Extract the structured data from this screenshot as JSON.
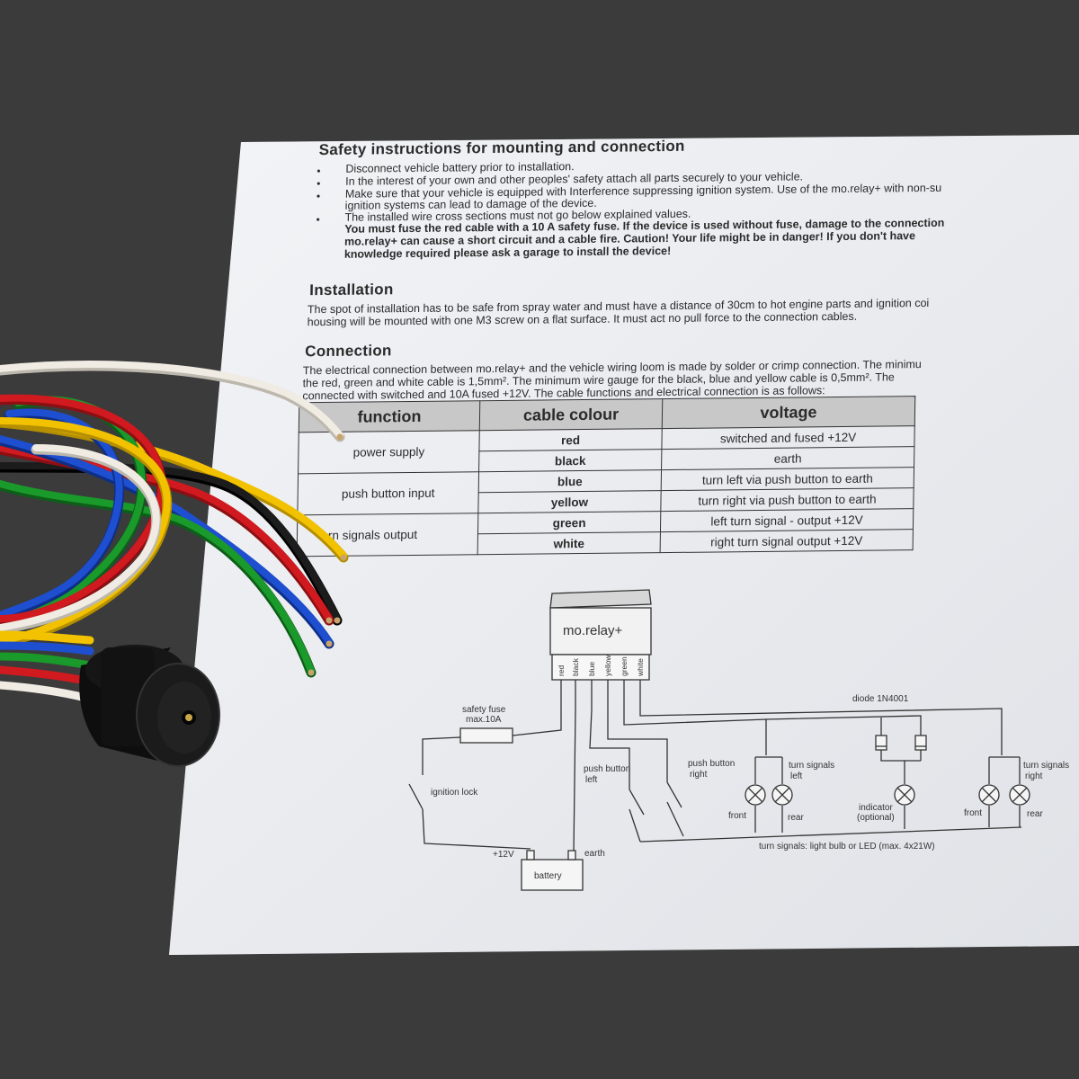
{
  "doc": {
    "safety_title": "Safety instructions for mounting and connection",
    "safety_items": [
      "Disconnect vehicle battery prior to installation.",
      "In the interest of your own and other peoples' safety attach all parts securely to your vehicle.",
      "Make sure that your vehicle is equipped with Interference suppressing ignition system. Use of the mo.relay+ with non-su",
      "ignition systems can lead to damage of the device.",
      "The installed wire cross sections must not go below explained values.",
      "You must fuse the red cable with a 10 A safety fuse. If the device is used without fuse, damage to the connection",
      "mo.relay+ can cause a short circuit and a cable fire. Caution! Your life might be in danger! If you don't have",
      "knowledge required please ask a garage to install the device!"
    ],
    "installation_title": "Installation",
    "installation_text": [
      "The spot of installation has to be safe from spray water and must have a distance of 30cm to hot engine parts and ignition coi",
      "housing will be mounted with one M3 screw on a flat surface. It must act no pull force to the connection cables."
    ],
    "connection_title": "Connection",
    "connection_text": [
      "The electrical connection between mo.relay+ and the vehicle wiring loom is made by solder or crimp connection. The minimu",
      "the red, green and white cable is 1,5mm². The minimum wire gauge for the black, blue and yellow cable is 0,5mm². The",
      "connected with switched and 10A fused +12V. The cable functions and electrical connection is as follows:"
    ],
    "table": {
      "headers": [
        "function",
        "cable colour",
        "voltage"
      ],
      "rows": [
        {
          "function": "power supply",
          "colour": "red",
          "voltage": "switched and fused +12V"
        },
        {
          "function": "",
          "colour": "black",
          "voltage": "earth"
        },
        {
          "function": "push button input",
          "colour": "blue",
          "voltage": "turn left via push button to earth"
        },
        {
          "function": "",
          "colour": "yellow",
          "voltage": "turn right via push button to earth"
        },
        {
          "function": "rn signals output",
          "colour": "green",
          "voltage": "left turn signal - output +12V"
        },
        {
          "function": "",
          "colour": "white",
          "voltage": "right turn signal output +12V"
        }
      ]
    }
  },
  "diagram": {
    "device_label": "mo.relay+",
    "pins": [
      "red",
      "black",
      "blue",
      "yellow",
      "green",
      "white"
    ],
    "safety_fuse": "safety fuse",
    "fuse_rating": "max.10A",
    "ignition_lock": "ignition lock",
    "push_button_left_1": "push button",
    "push_button_left_2": "left",
    "push_button_right_1": "push button",
    "push_button_right_2": "right",
    "turn_signals_left_1": "turn signals",
    "turn_signals_left_2": "left",
    "turn_signals_right_1": "turn signals",
    "turn_signals_right_2": "right",
    "diode": "diode 1N4001",
    "front_left": "front",
    "rear_left": "rear",
    "indicator_1": "indicator",
    "indicator_2": "(optional)",
    "front_right": "front",
    "rear_right": "rear",
    "plus12": "+12V",
    "earth": "earth",
    "battery": "battery",
    "bulb_note": "turn signals: light bulb or LED (max. 4x21W)"
  },
  "colors": {
    "background": "#3b3b3b",
    "paper": "#eceef2",
    "wire_red": "#d11a1f",
    "wire_black": "#1a1a1a",
    "wire_blue": "#1d4fd0",
    "wire_yellow": "#f2c200",
    "wire_green": "#1a9a2a",
    "wire_white": "#f0ece4"
  }
}
